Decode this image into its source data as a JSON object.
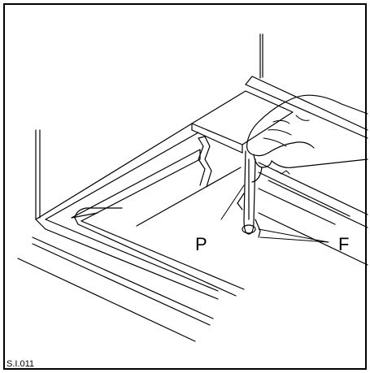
{
  "figure": {
    "labels": {
      "P": "P",
      "F": "F"
    },
    "code": "S.I.011"
  }
}
